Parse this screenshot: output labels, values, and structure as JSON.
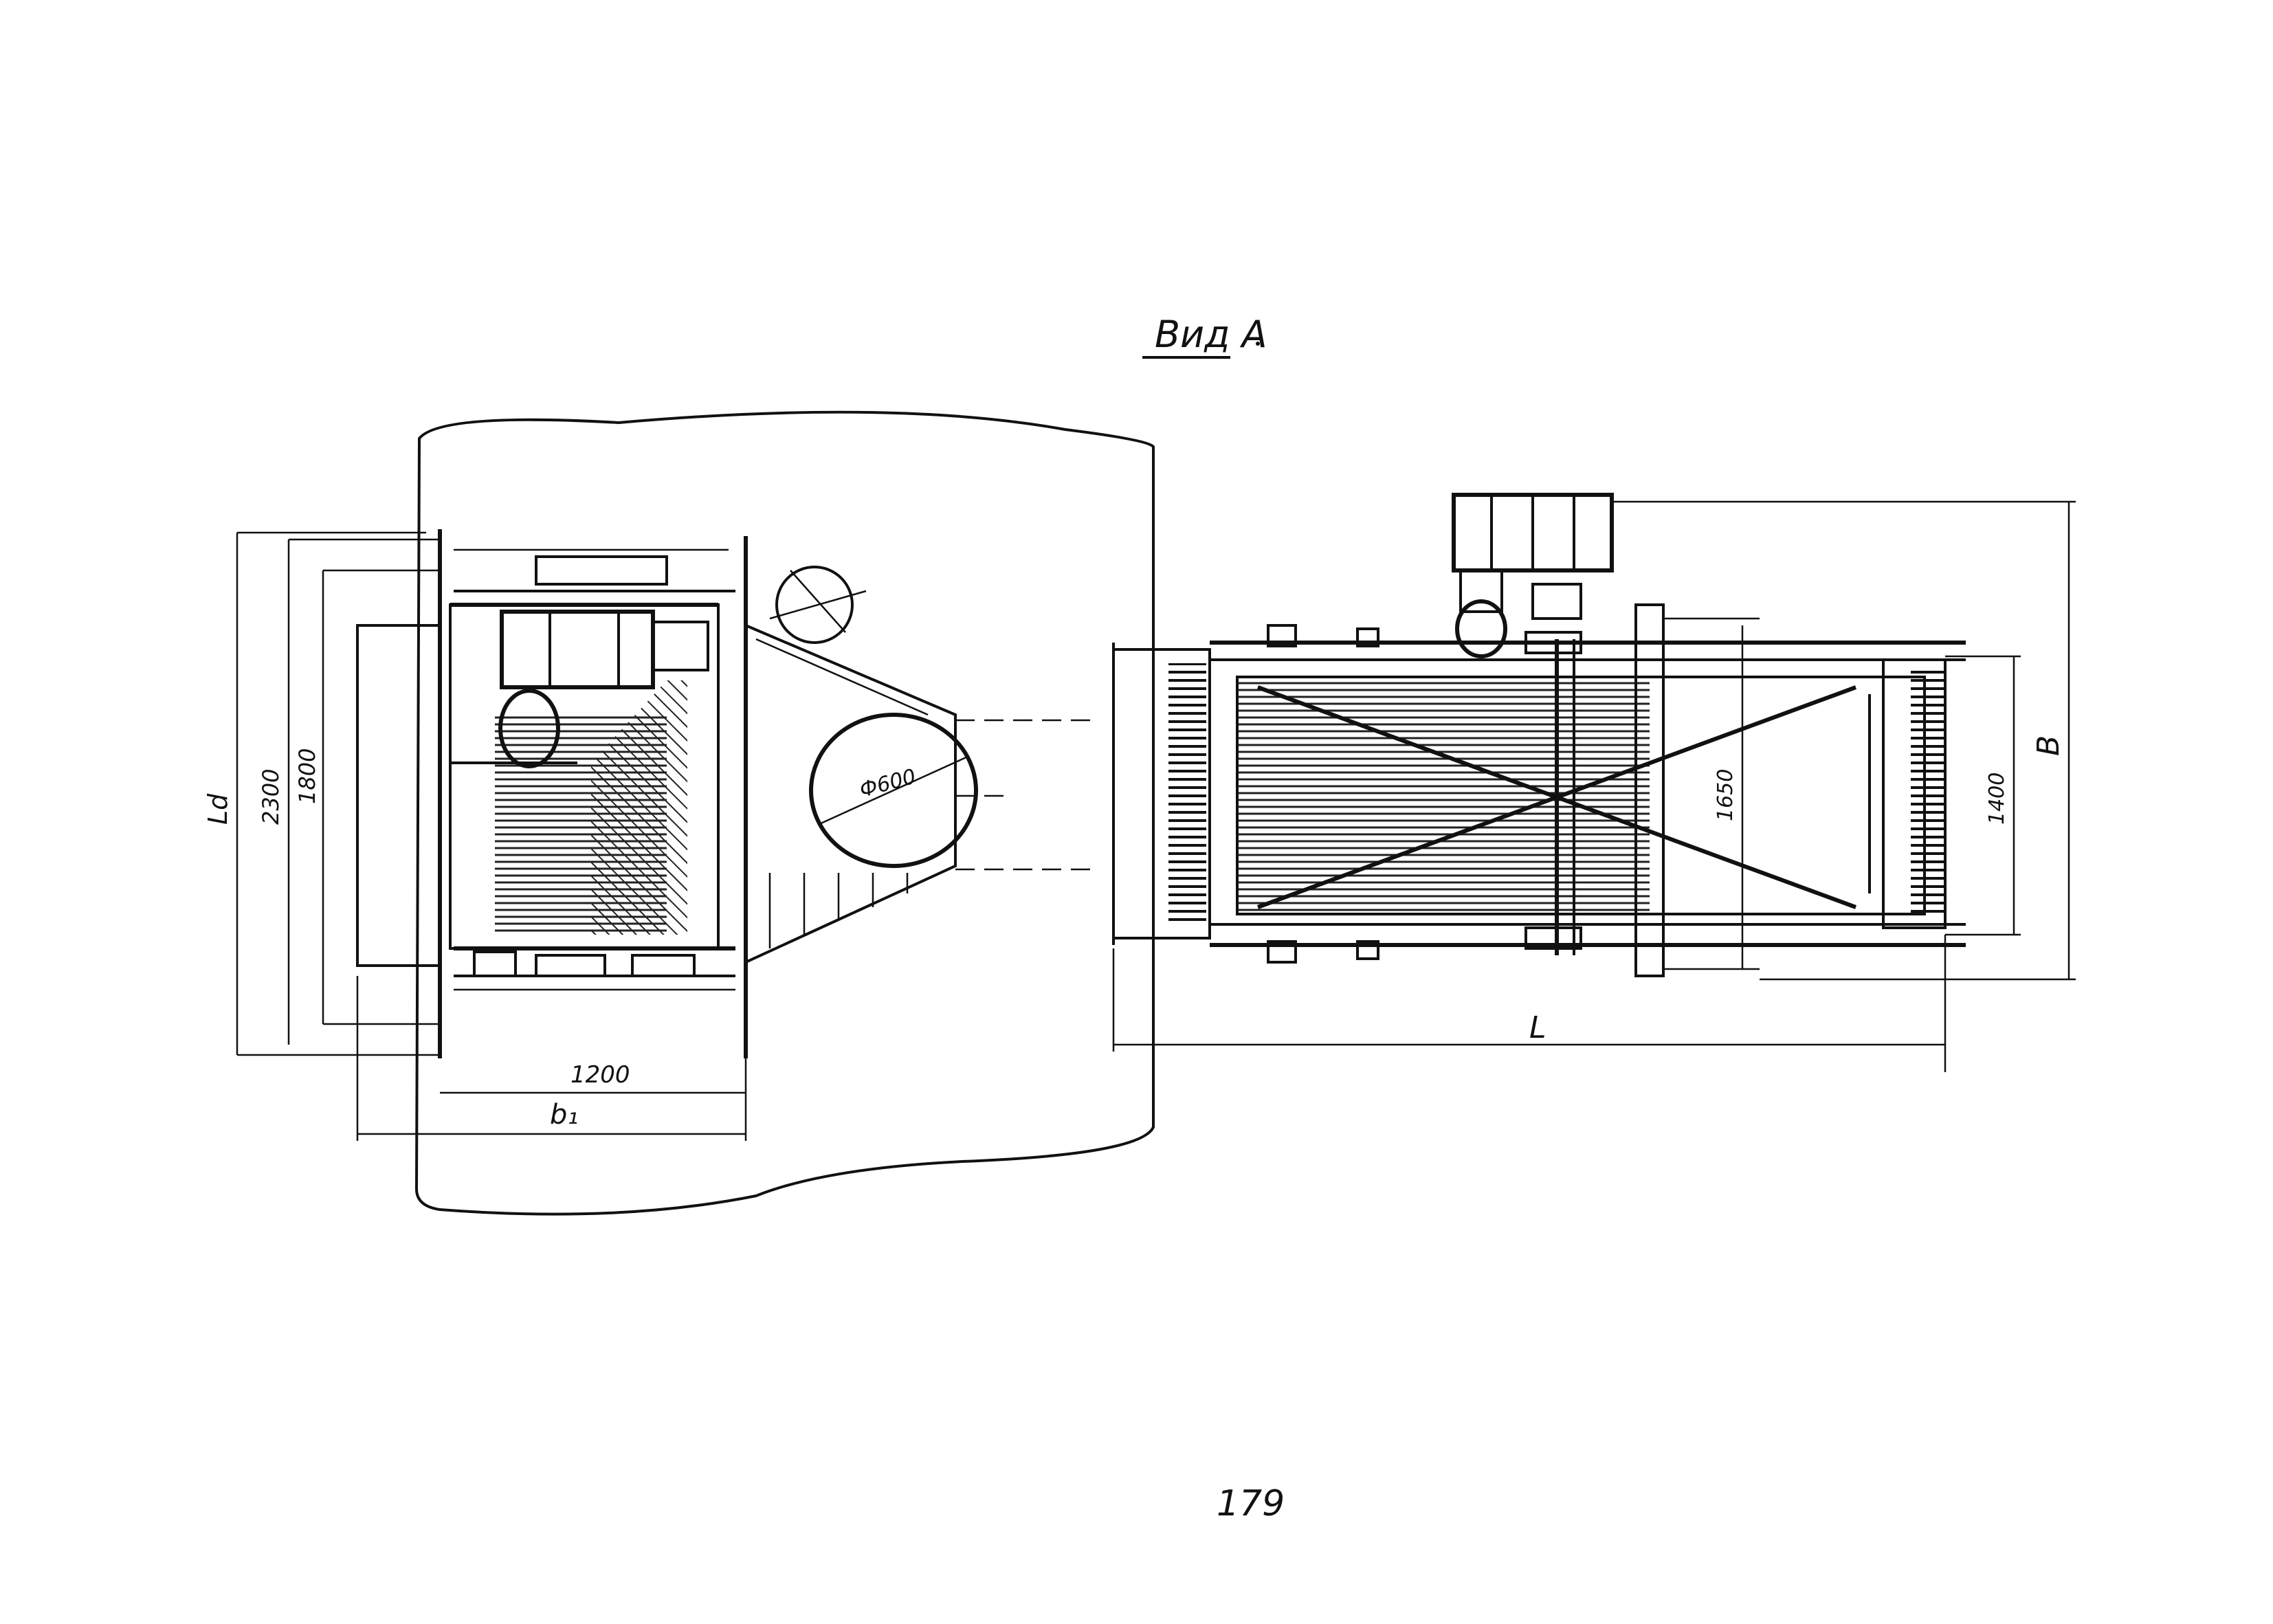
{
  "title": "Вид А",
  "page_number": "179",
  "left_view": {
    "dims": {
      "overall_height": "Ld",
      "height_2300": "2300",
      "height_1800": "1800",
      "width_1200": "1200",
      "width_b1": "b₁",
      "diameter": "Ф600"
    }
  },
  "right_view": {
    "dims": {
      "length": "L",
      "width_B": "B",
      "width_1650": "1650",
      "width_1400": "1400"
    }
  }
}
